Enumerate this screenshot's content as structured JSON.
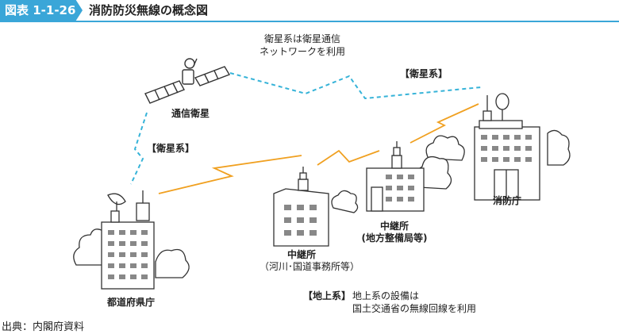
{
  "header": {
    "figure_number": "図表 1-1-26",
    "title": "消防防災無線の概念図"
  },
  "labels": {
    "satellite_note_line1": "衛星系は衛星通信",
    "satellite_note_line2": "ネットワークを利用",
    "satellite_system_right": "【衛星系】",
    "satellite_system_left": "【衛星系】",
    "comm_satellite": "通信衛星",
    "fire_dept": "消防庁",
    "relay_regional_name": "中継所",
    "relay_regional_detail": "(地方整備局等)",
    "relay_river_name": "中継所",
    "relay_river_detail": "（河川･国道事務所等）",
    "prefecture_office": "都道府県庁",
    "ground_system_tag": "【地上系】",
    "ground_note_line1": "地上系の設備は",
    "ground_note_line2": "国土交通省の無線回線を利用"
  },
  "source": "出典：内閣府資料",
  "colors": {
    "accent": "#3aa6d8",
    "satellite_link": "#36b3d8",
    "ground_link": "#f0a020"
  }
}
